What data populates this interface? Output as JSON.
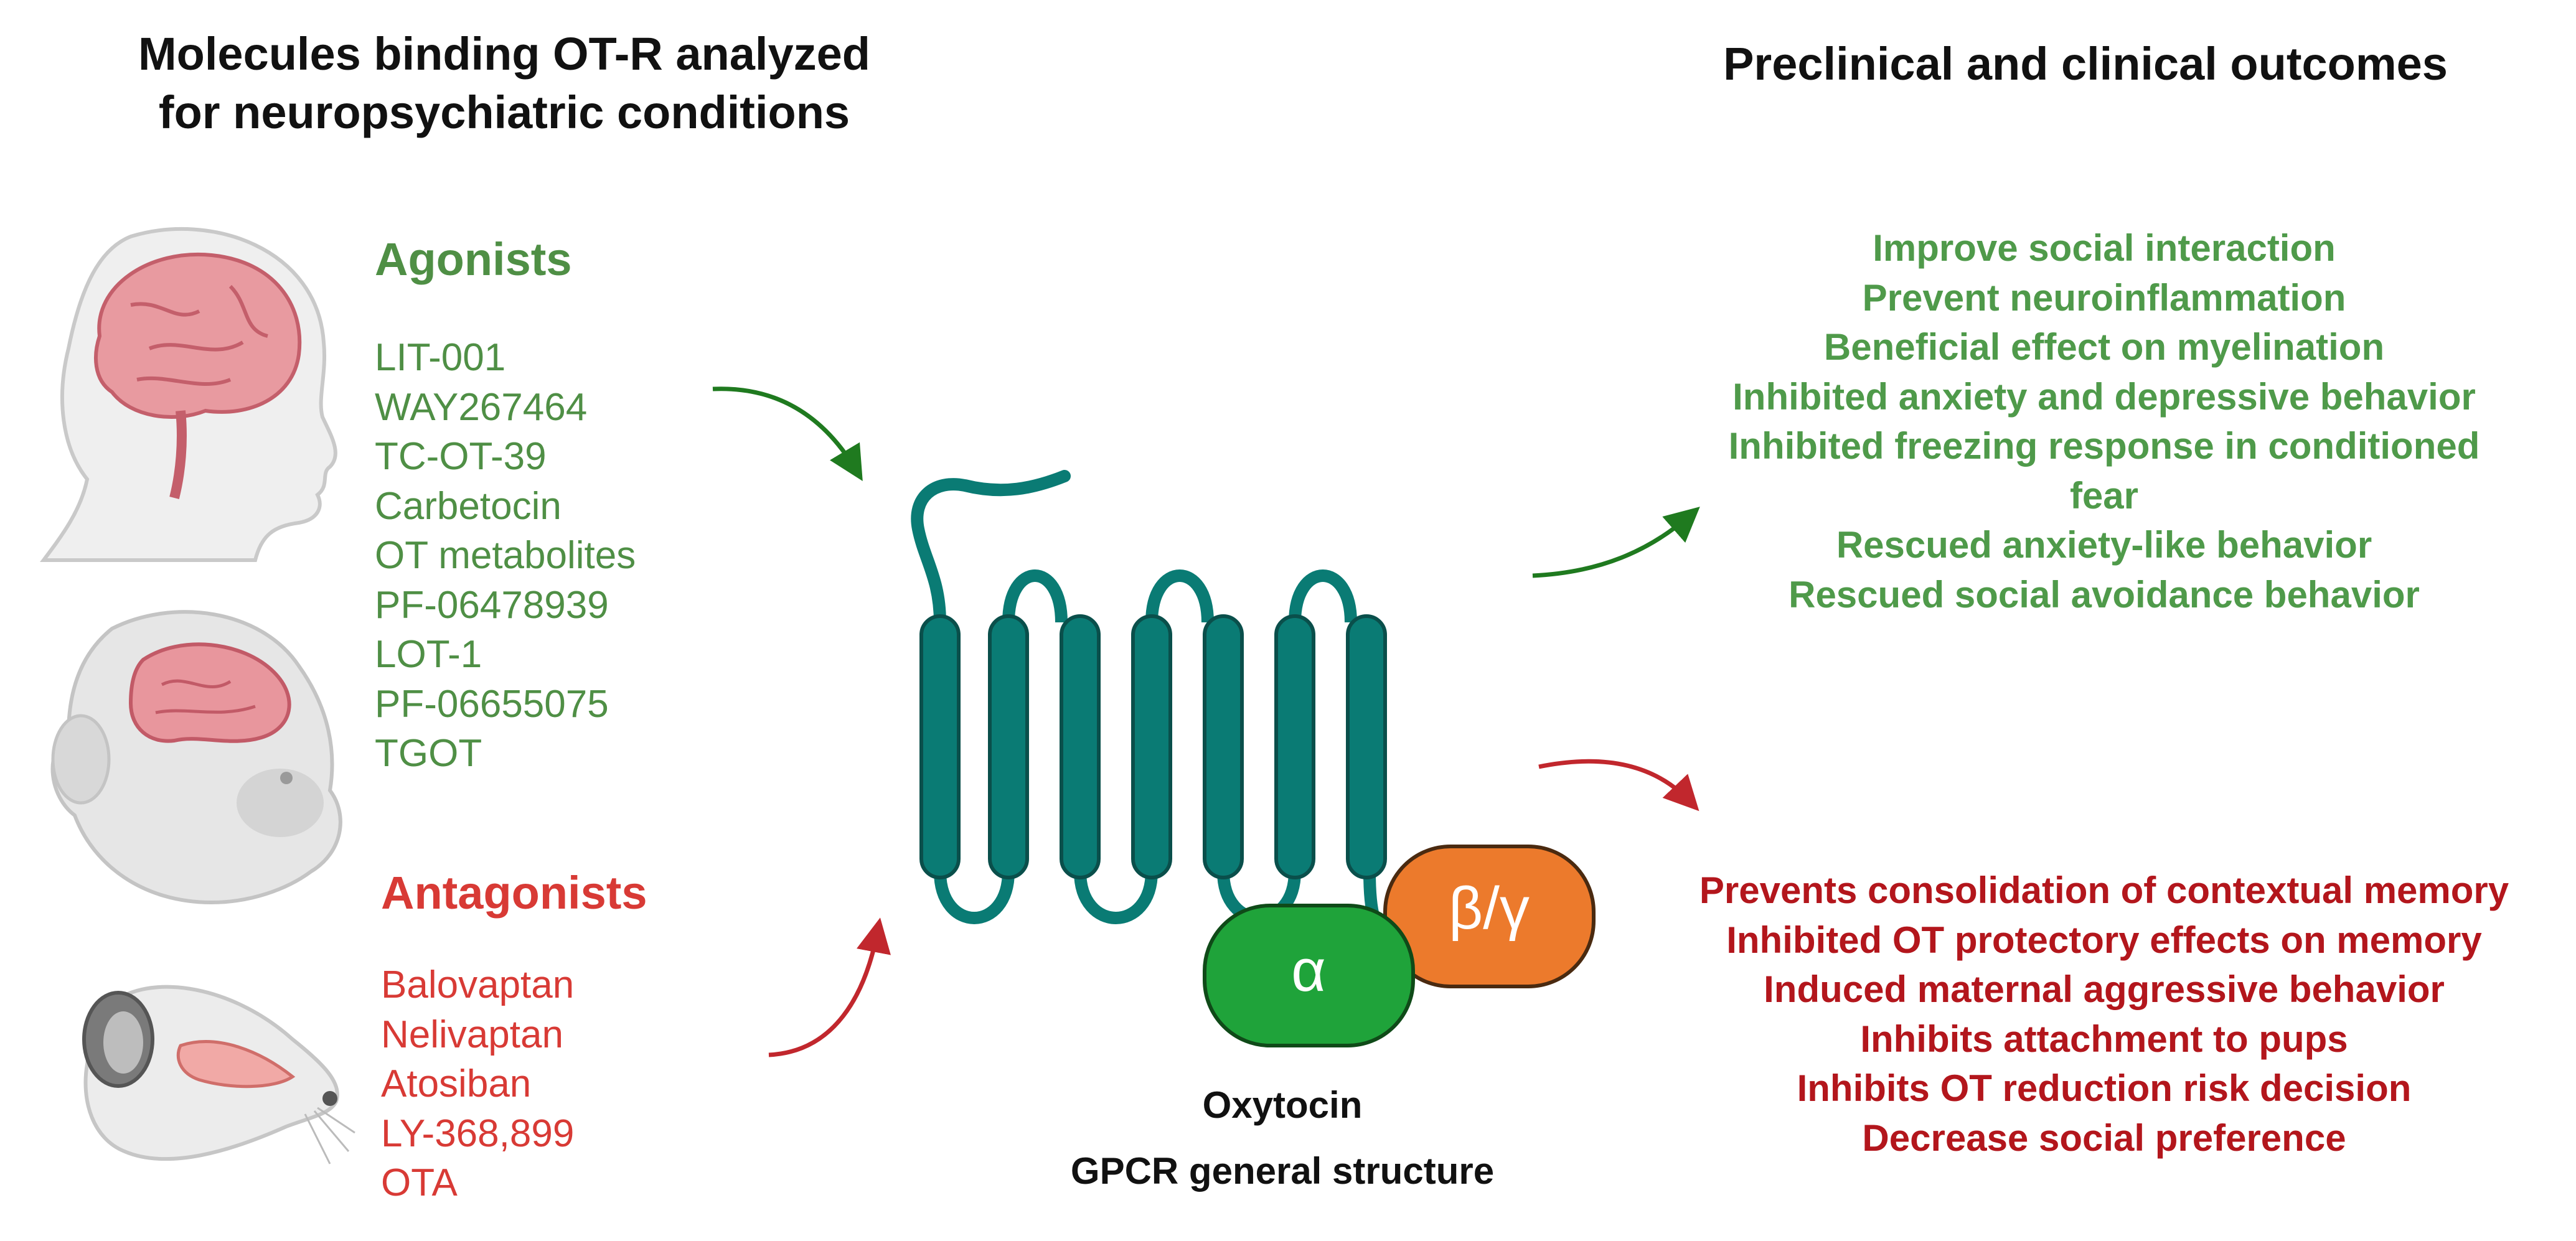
{
  "left_heading": [
    "Molecules binding OT-R analyzed",
    "for neuropsychiatric conditions"
  ],
  "right_heading": "Preclinical and clinical outcomes",
  "agonists": {
    "title": "Agonists",
    "items": [
      "LIT-001",
      "WAY267464",
      "TC-OT-39",
      "Carbetocin",
      "OT metabolites",
      "PF-06478939",
      "LOT-1",
      "PF-06655075",
      "TGOT"
    ]
  },
  "antagonists": {
    "title": "Antagonists",
    "items": [
      "Balovaptan",
      "Nelivaptan",
      "Atosiban",
      "LY-368,899",
      "OTA"
    ]
  },
  "agonist_outcomes": [
    "Improve social interaction",
    "Prevent neuroinflammation",
    "Beneficial effect on myelination",
    "Inhibited anxiety and depressive behavior",
    "Inhibited freezing response in conditioned",
    "fear",
    "Rescued anxiety-like behavior",
    "Rescued social avoidance behavior"
  ],
  "antagonist_outcomes": [
    "Prevents consolidation of contextual memory",
    "Inhibited OT protectory effects on memory",
    "Induced maternal aggressive behavior",
    "Inhibits attachment to pups",
    "Inhibits OT reduction risk decision",
    "Decrease social preference"
  ],
  "receptor": {
    "alpha_label": "α",
    "betagamma_label": "β/γ",
    "caption": [
      "Oxytocin",
      "GPCR general structure"
    ]
  },
  "colors": {
    "agonist_text": "#4f8f45",
    "antagonist_text": "#d83a35",
    "outcome_green": "#4f9a4a",
    "outcome_red": "#b3161c",
    "helix": "#0a7b74",
    "helix_outline": "#0a4f4b",
    "alpha_fill": "#1fa33a",
    "betagamma_fill": "#ec7a2c",
    "arrow_green": "#1f7a1f",
    "arrow_red": "#c1272d"
  },
  "icons": [
    "human-brain-icon",
    "monkey-brain-icon",
    "mouse-brain-icon"
  ]
}
